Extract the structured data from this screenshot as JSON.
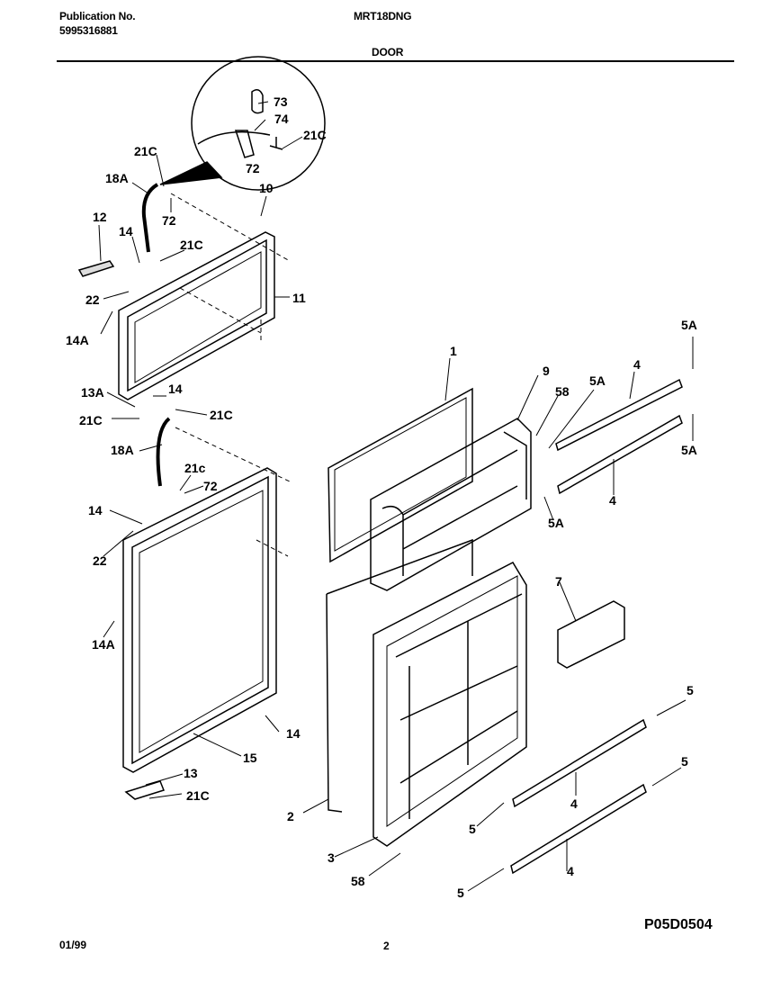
{
  "header": {
    "publication_label": "Publication No.",
    "publication_number": "5995316881",
    "model": "MRT18DNG",
    "section": "DOOR"
  },
  "diagram_code": "P05D0504",
  "footer": {
    "date": "01/99",
    "page": "2"
  },
  "callouts": {
    "c73": "73",
    "c74": "74",
    "c21C_top": "21C",
    "c72_detail": "72",
    "c21C_a": "21C",
    "c18A_a": "18A",
    "c72_a": "72",
    "c10": "10",
    "c12": "12",
    "c14_a": "14",
    "c21C_b": "21C",
    "c11": "11",
    "c22_a": "22",
    "c14A_a": "14A",
    "c13A": "13A",
    "c14_b": "14",
    "c21C_c": "21C",
    "c21C_d": "21C",
    "c18A_b": "18A",
    "c21c_e": "21c",
    "c72_b": "72",
    "c14_c": "14",
    "c22_b": "22",
    "c14A_b": "14A",
    "c14_d": "14",
    "c15": "15",
    "c13": "13",
    "c21C_f": "21C",
    "c1": "1",
    "c9": "9",
    "c58_a": "58",
    "c5A_a": "5A",
    "c4_a": "4",
    "c5A_b": "5A",
    "c5A_c": "5A",
    "c4_b": "4",
    "c5A_d": "5A",
    "c7": "7",
    "c5_a": "5",
    "c5_b": "5",
    "c4_c": "4",
    "c5_c": "5",
    "c2": "2",
    "c3": "3",
    "c58_b": "58",
    "c4_d": "4",
    "c5_d": "5"
  }
}
